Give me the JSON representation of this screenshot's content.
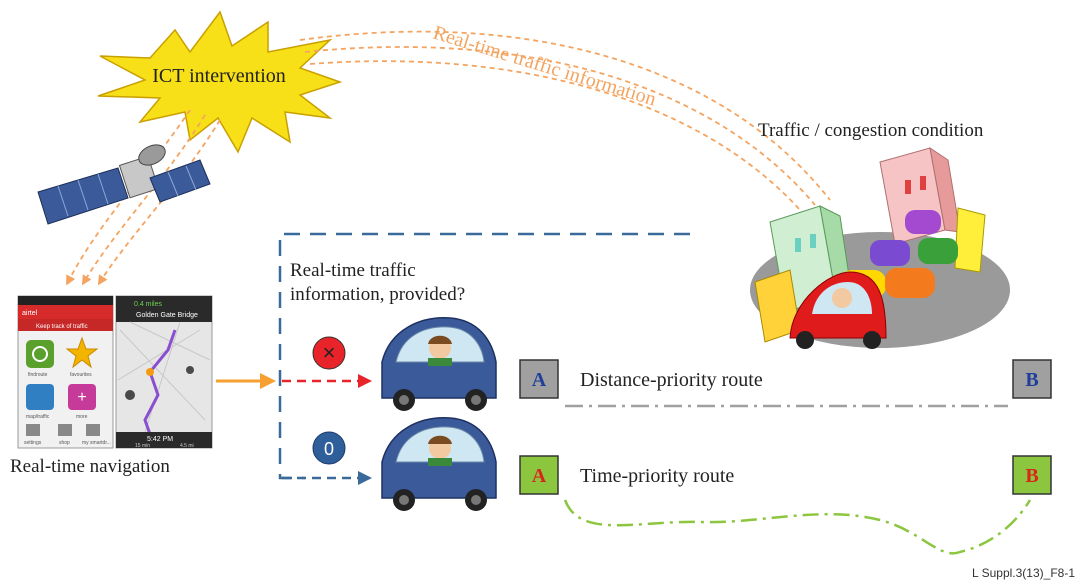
{
  "burst": {
    "label": "ICT intervention"
  },
  "signal": {
    "label": "Real-time traffic information"
  },
  "city": {
    "label": "Traffic / congestion condition"
  },
  "navigation": {
    "label": "Real-time navigation",
    "phone_left": {
      "carrier": "airtel",
      "banner": "Keep track of traffic",
      "tiles": [
        "findroute",
        "favourites",
        "map/traffic",
        "more"
      ],
      "bottom": [
        "settings",
        "shop",
        "my smartdr..."
      ]
    },
    "phone_right": {
      "distance": "0.4 miles",
      "street": "Golden Gate Bridge",
      "time": "5:42 PM",
      "duration": "15 min",
      "length": "4.5 mi"
    }
  },
  "question": {
    "line1": "Real-time traffic",
    "line2": "information, provided?"
  },
  "answers": {
    "no_symbol": "×",
    "yes_symbol": "0"
  },
  "routes": [
    {
      "start": "A",
      "end": "B",
      "label": "Distance-priority route",
      "color": "#a0a0a0"
    },
    {
      "start": "A",
      "end": "B",
      "label": "Time-priority route",
      "color": "#8cc63f"
    }
  ],
  "colors": {
    "burst": "#f7e017",
    "signal": "#f4a460",
    "question_box": "#3a6a9a",
    "no_arrow": "#e8242a",
    "yes_arrow": "#3a6a9a"
  },
  "footer": {
    "figure_id": "L Suppl.3(13)_F8-1"
  }
}
